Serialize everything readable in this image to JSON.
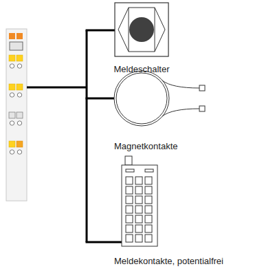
{
  "diagram": {
    "labels": [
      "Meldeschalter",
      "Magnetkontakte",
      "Meldekontakte, potentialfrei"
    ]
  }
}
